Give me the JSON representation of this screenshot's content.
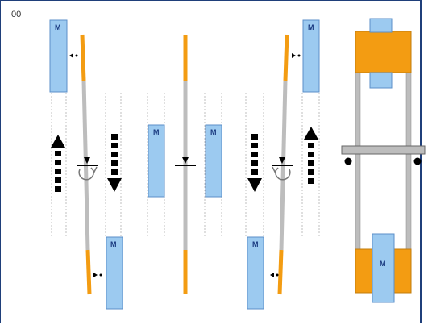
{
  "panel_id": "00",
  "module_label": "M",
  "colors": {
    "module_fill": "#9ccaf0",
    "module_stroke": "#5b8fc9",
    "rod_gray": "#bdbdbd",
    "rod_orange": "#f39c12",
    "arrow": "#000000",
    "lane_line": "#bfbfbf",
    "frame": "#1f3f7a"
  },
  "icons": [
    "rotation-arrow-icon",
    "dashed-up-arrow-icon",
    "dashed-down-arrow-icon",
    "pivot-icon",
    "wheel-icon",
    "direction-marker-icon"
  ],
  "configurations": [
    "tilted-left",
    "aligned",
    "tilted-right",
    "side-frame"
  ]
}
